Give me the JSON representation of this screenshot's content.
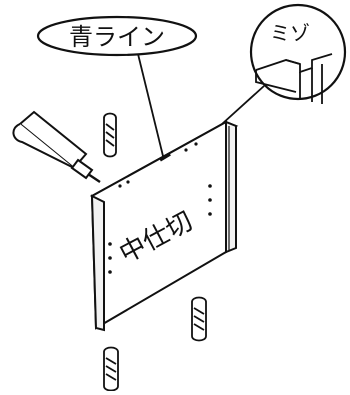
{
  "callouts": {
    "blue_line_label": "青ライン",
    "groove_label": "ミゾ"
  },
  "board": {
    "label": "中仕切"
  },
  "parts": {
    "dowel_count": 3,
    "glue_bottle": "glue-bottle-icon"
  },
  "colors": {
    "line": "#111111",
    "background": "#ffffff",
    "board_face": "#ffffff",
    "board_edge": "#f2f2f2"
  }
}
